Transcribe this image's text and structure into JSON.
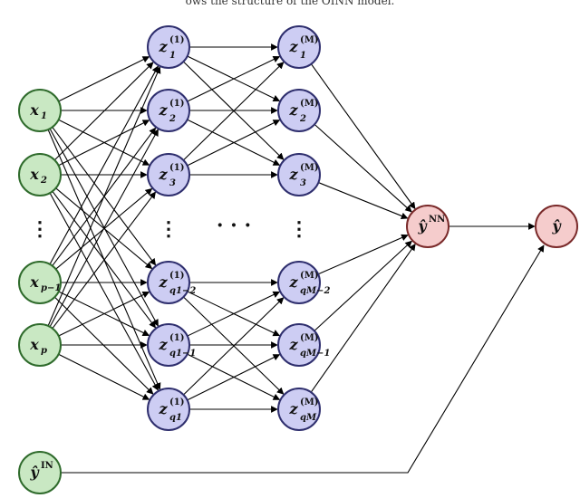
{
  "caption": "ows the structure of the OINN model.",
  "colors": {
    "input_fill": "#c9e8c3",
    "input_stroke": "#2f6b2c",
    "hidden_fill": "#cdcdf3",
    "hidden_stroke": "#2f2f6e",
    "output_fill": "#f5cccc",
    "output_stroke": "#7a2a2a",
    "edge": "#000000"
  },
  "nodes": {
    "inputs": [
      {
        "base": "x",
        "sub": "1"
      },
      {
        "base": "x",
        "sub": "2"
      },
      {
        "base": "x",
        "sub": "p−1"
      },
      {
        "base": "x",
        "sub": "p"
      }
    ],
    "layer1": [
      {
        "base": "z",
        "sup": "(1)",
        "sub": "1"
      },
      {
        "base": "z",
        "sup": "(1)",
        "sub": "2"
      },
      {
        "base": "z",
        "sup": "(1)",
        "sub": "3"
      },
      {
        "base": "z",
        "sup": "(1)",
        "sub": "q1−2"
      },
      {
        "base": "z",
        "sup": "(1)",
        "sub": "q1−1"
      },
      {
        "base": "z",
        "sup": "(1)",
        "sub": "q1"
      }
    ],
    "layerM": [
      {
        "base": "z",
        "sup": "(M)",
        "sub": "1"
      },
      {
        "base": "z",
        "sup": "(M)",
        "sub": "2"
      },
      {
        "base": "z",
        "sup": "(M)",
        "sub": "3"
      },
      {
        "base": "z",
        "sup": "(M)",
        "sub": "qM−2"
      },
      {
        "base": "z",
        "sup": "(M)",
        "sub": "qM−1"
      },
      {
        "base": "z",
        "sup": "(M)",
        "sub": "qM"
      }
    ],
    "y_nn": {
      "base": "ŷ",
      "sup": "NN"
    },
    "y_hat": {
      "base": "ŷ"
    },
    "y_in": {
      "base": "ŷ",
      "sup": "IN"
    }
  },
  "ellipsis": "⋮",
  "h_ellipsis": "· · ·"
}
